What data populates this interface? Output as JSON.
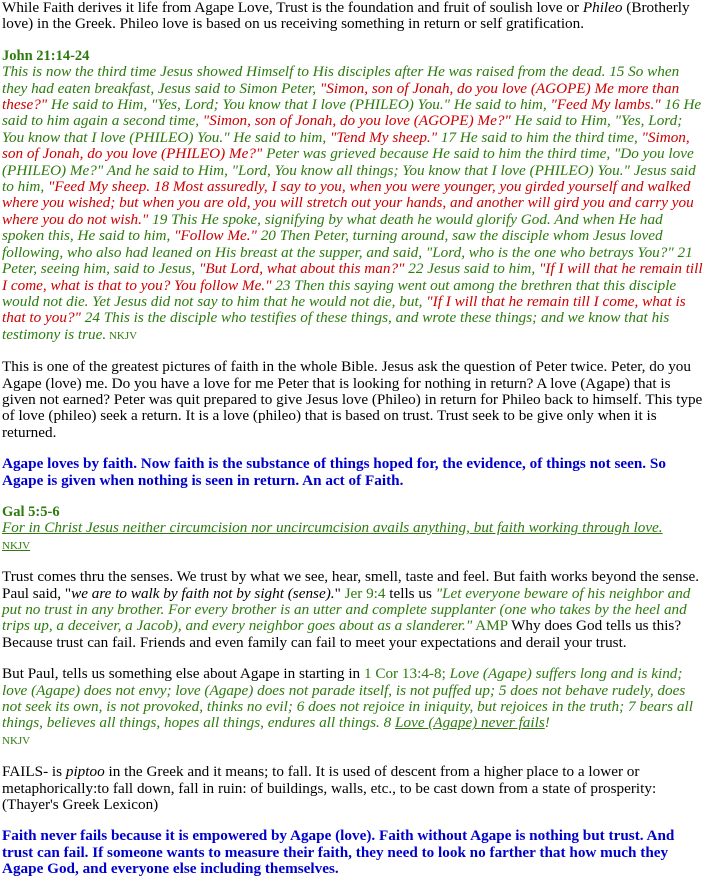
{
  "colors": {
    "green": "#2d7a0f",
    "red": "#cc0000",
    "blue": "#0000cc",
    "text": "#000000"
  },
  "intro": {
    "t1": "While Faith derives it life from Agape Love,  Trust is the foundation and fruit of soulish love or ",
    "phileo": "Phileo",
    "t2": " (Brotherly love) in the Greek.  Phileo love is based on us receiving something in return or self gratification."
  },
  "john": {
    "ref": "John 21:14-24",
    "s1": "This is now the third time Jesus showed Himself to His disciples after He was raised from the dead. 15 So when they had eaten breakfast, Jesus said to Simon Peter, ",
    "q1": "\"Simon, son of Jonah, do you love (AGOPE) Me more than these?\"",
    "s2": " He said to Him, \"Yes, Lord; You know that I love (PHILEO) You.\" He said to him, ",
    "q2": "\"Feed My lambs.\"",
    "s3": "  16 He said to him again a second time, ",
    "q3": "\"Simon, son of Jonah, do you love (AGOPE) Me?\"",
    "s4": " He said to Him, \"Yes, Lord; You know that I love (PHILEO) You.\" He said to him, ",
    "q4": "\"Tend My sheep.\"",
    "s5": " 17 He said to him the third time, ",
    "q5": "\"Simon, son of Jonah, do you love (PHILEO) Me?\"",
    "s6": " Peter was grieved because He said to him the third time, \"Do you love (PHILEO) Me?\" And he said to Him, \"Lord, You know all things; You know that I love (PHILEO) You.\" Jesus said to him, ",
    "q6": "\"Feed My sheep.  18 Most assuredly, I say to you, when you were younger, you girded yourself and walked where you wished; but when you are old, you will stretch out your hands, and another will gird you and carry you where you do not wish.\"",
    "s7": "  19 This He spoke, signifying by what death he would glorify God. And when He had spoken this, He said to him, ",
    "q7": "\"Follow Me.\"",
    "s8": " 20 Then Peter, turning around, saw the disciple whom Jesus loved following, who also had leaned on His breast at the supper, and said, \"Lord, who is the one who betrays You?\" 21 Peter, seeing him, said to Jesus, ",
    "q8": "\"But Lord, what about this man?\"",
    "s9": " 22 Jesus said to him, ",
    "q9": "\"If I will that he remain till I come, what is that to you? You follow Me.\"",
    "s10": "  23 Then this saying went out among the brethren that this disciple would not die. Yet Jesus did not say to him that he would not die, but, ",
    "q10": "\"If I will that he remain till I come, what is that to you?\"",
    "s11": " 24 This is the disciple who testifies of these things, and wrote these things; and we know that his testimony is true.",
    "version": " NKJV"
  },
  "para1": "This is one of the greatest pictures of faith in the whole Bible. Jesus ask the question of Peter twice. Peter, do you Agape (love) me. Do you have a love for me Peter that is looking for nothing in return? A love (Agape) that is given not earned?  Peter was quit prepared to give Jesus love (Phileo) in return for Phileo back to himself. This type of love (phileo) seek a return. It is a love (phileo) that is based on trust. Trust seek to be give only when it is returned.",
  "agape_faith": "Agape loves by faith. Now faith is the substance of things hoped for, the evidence, of things not seen. So Agape is given when nothing is seen in return. An act of Faith.",
  "gal": {
    "ref": "Gal 5:5-6",
    "text": "For in Christ Jesus neither circumcision nor uncircumcision avails anything, but faith working through love. ",
    "version": "NKJV"
  },
  "trust": {
    "t1": "Trust comes thru the senses. We trust by what we see, hear, smell, taste and feel. But faith works beyond the sense. Paul said, \"",
    "quote": "we are to walk by faith not by sight (sense).",
    "t2": "\"  ",
    "jer_ref": "Jer 9:4",
    "t3": " tells us ",
    "jer_text": "\"Let everyone beware of his neighbor and put no trust in any brother. For every brother is an utter and complete supplanter (one who takes by the heel and trips up, a deceiver, a Jacob), and every neighbor goes about as a slanderer.\"",
    "amp": " AMP",
    "t4": "  Why does God tells us this? Because trust can fail. Friends and even family can fail to meet your expectations and derail your trust."
  },
  "paul": {
    "t1": "But Paul, tells us something else about Agape in starting in ",
    "ref": "1 Cor 13:4-8",
    "t2": "; ",
    "verse": "Love (Agape) suffers long and is kind; love (Agape) does not envy; love (Agape) does not parade itself, is not puffed up; 5 does not behave rudely, does not seek its own, is not provoked, thinks no evil; 6 does not rejoice in iniquity, but rejoices in the truth; 7 bears all things, believes all things, hopes all things, endures all things. 8 ",
    "never": "Love (Agape) never fails",
    "bang": "!",
    "version": "NKJV"
  },
  "fails": {
    "t1": "FAILS- is ",
    "word": "piptoo",
    "t2": " in the Greek and it means; to fall. It is used of descent from a higher place to a lower or metaphorically:to fall down, fall in ruin: of buildings, walls, etc., to be cast down from a state of prosperity: (Thayer's Greek Lexicon)"
  },
  "conclusion": "Faith never fails because it is empowered by Agape (love). Faith without Agape is nothing but trust. And trust can fail. If someone wants to measure their faith, they need to look no farther that how much they Agape God, and everyone else including themselves."
}
